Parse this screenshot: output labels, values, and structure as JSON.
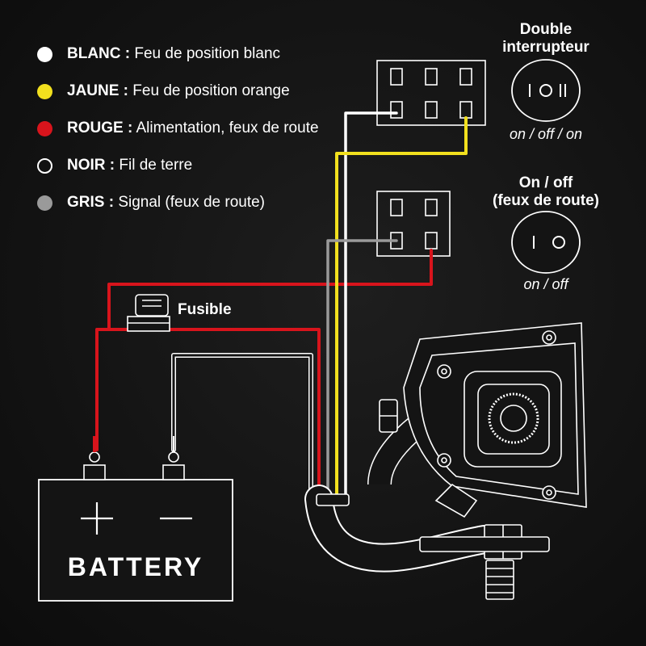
{
  "legend": [
    {
      "name": "BLANC :",
      "desc": " Feu de position blanc",
      "color": "#ffffff",
      "style": "filled"
    },
    {
      "name": "JAUNE :",
      "desc": " Feu de position orange",
      "color": "#f2e01e",
      "style": "filled"
    },
    {
      "name": "ROUGE :",
      "desc": " Alimentation, feux de route",
      "color": "#d8141c",
      "style": "filled"
    },
    {
      "name": "NOIR :",
      "desc": " Fil de terre",
      "color": "#111111",
      "style": "outline"
    },
    {
      "name": "GRIS :",
      "desc": " Signal (feux de route)",
      "color": "#9a9a9a",
      "style": "filled"
    }
  ],
  "switches": {
    "double": {
      "title_line1": "Double",
      "title_line2": "interrupteur",
      "caption": "on / off / on",
      "symbols": "I O II"
    },
    "onoff": {
      "title_line1": "On / off",
      "title_line2": "(feux de route)",
      "caption": "on / off",
      "symbols": "I O"
    }
  },
  "fuse": {
    "label": "Fusible"
  },
  "battery": {
    "label": "BATTERY",
    "plus": "+",
    "minus": "−"
  },
  "colors": {
    "background": "#141414",
    "outline": "#ffffff",
    "red_wire": "#d8141c",
    "yellow_wire": "#f2e01e",
    "white_wire": "#ffffff",
    "gray_wire": "#9a9a9a"
  }
}
